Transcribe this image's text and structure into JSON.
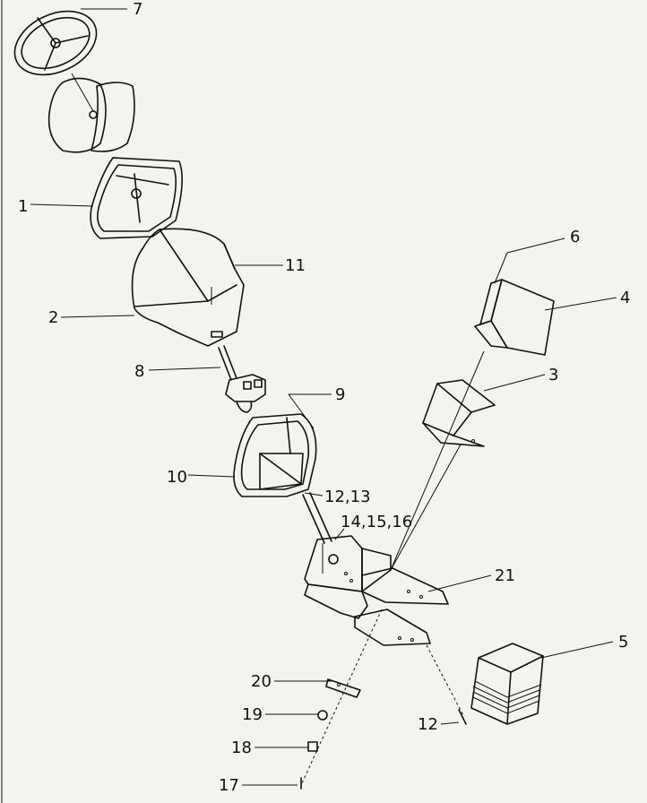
{
  "diagram": {
    "callouts": {
      "c7": "7",
      "c1": "1",
      "c2": "2",
      "c11": "11",
      "c8": "8",
      "c9": "9",
      "c10": "10",
      "c12_13": "12,13",
      "c14_16": "14,15,16",
      "c6": "6",
      "c4": "4",
      "c3": "3",
      "c21": "21",
      "c5": "5",
      "c20": "20",
      "c19": "19",
      "c18": "18",
      "c17": "17",
      "c12": "12"
    }
  }
}
